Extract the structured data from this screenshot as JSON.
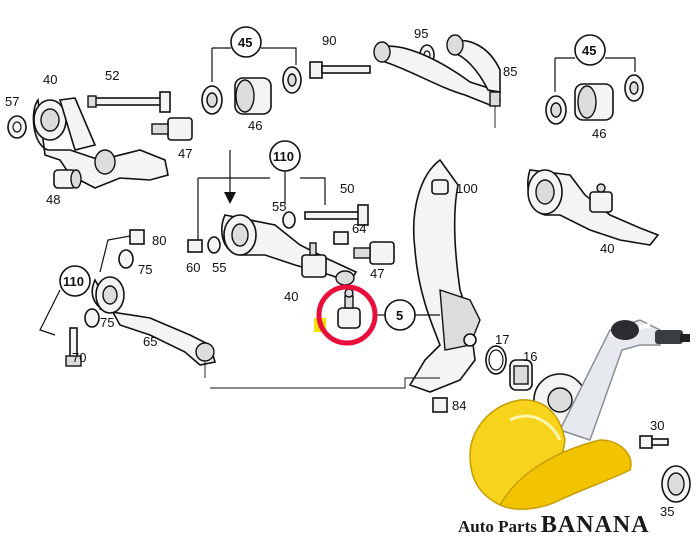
{
  "diagram": {
    "part_labels": {
      "p57": "57",
      "p40a": "40",
      "p52": "52",
      "p47a": "47",
      "p48": "48",
      "p45a": "45",
      "p46a": "46",
      "p90": "90",
      "p95": "95",
      "p85": "85",
      "p45b": "45",
      "p46b": "46",
      "p110a": "110",
      "p55a": "55",
      "p50": "50",
      "p100": "100",
      "p60": "60",
      "p55b": "55",
      "p64": "64",
      "p47b": "47",
      "p40b": "40",
      "p80": "80",
      "p75a": "75",
      "p110b": "110",
      "p75b": "75",
      "p65": "65",
      "p70": "70",
      "p5": "5",
      "p17": "17",
      "p16": "16",
      "p84": "84",
      "p30": "30",
      "p35": "35",
      "p40c": "40"
    },
    "highlight_color": "#e8103a",
    "watermark": {
      "prefix": "Auto Parts",
      "name": "BANANA"
    }
  }
}
